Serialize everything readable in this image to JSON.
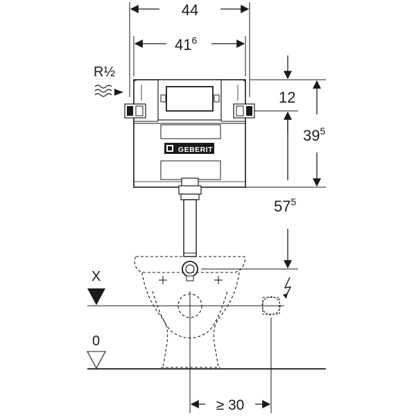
{
  "dimensions": {
    "overall_width": "44",
    "inner_width_base": "41",
    "inner_width_sup": "6",
    "top_to_inlet": "12",
    "cistern_height_base": "39",
    "cistern_height_sup": "5",
    "outlet_height_base": "57",
    "outlet_height_sup": "5",
    "min_side_distance": "≥ 30"
  },
  "labels": {
    "water_inlet": "R½",
    "reference_x": "X",
    "floor_level": "0",
    "brand": "GEBERIT"
  },
  "icons": {
    "water_supply": "water-waves-icon",
    "electrical": "lightning-bolt-icon"
  },
  "colors": {
    "line": "#1a1a1a",
    "fill_light": "#ffffff"
  }
}
